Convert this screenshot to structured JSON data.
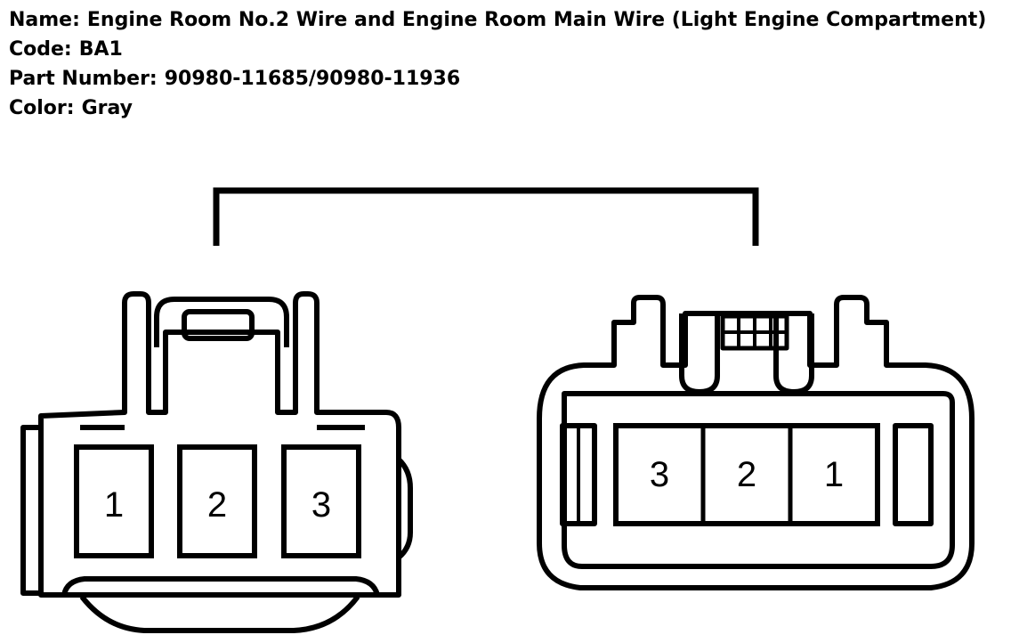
{
  "info": {
    "name_label": "Name:",
    "name_value": "Engine Room No.2 Wire and Engine Room Main Wire (Light Engine Compartment)",
    "code_label": "Code:",
    "code_value": "BA1",
    "part_label": "Part Number:",
    "part_value": "90980-11685/90980-11936",
    "color_label": "Color:",
    "color_value": "Gray"
  },
  "left_connector": {
    "pins": [
      "1",
      "2",
      "3"
    ]
  },
  "right_connector": {
    "pins": [
      "3",
      "2",
      "1"
    ]
  }
}
